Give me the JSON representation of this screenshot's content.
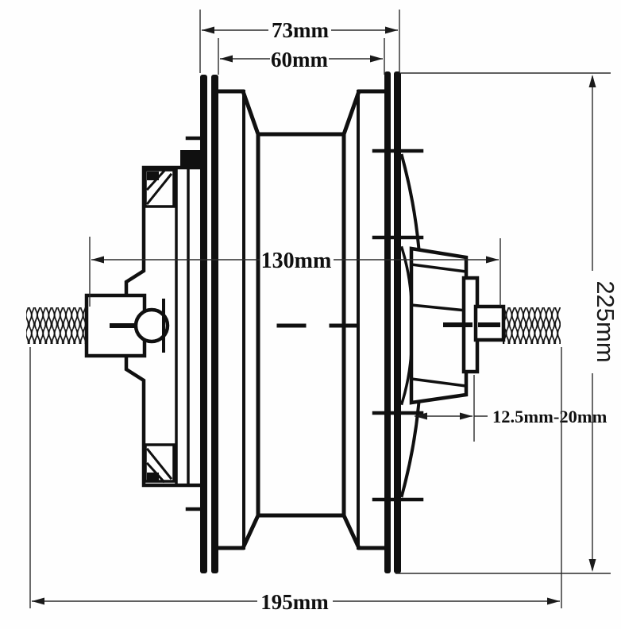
{
  "diagram": {
    "kind": "hub-motor-cross-section",
    "dimensions": {
      "flange_outer": "73mm",
      "flange_inner": "60mm",
      "locknut_width": "130mm",
      "wheel_height": "225mm",
      "freewheel_range": "12.5mm-20mm",
      "axle_length": "195mm"
    },
    "colors": {
      "line": "#101010",
      "dim_line": "#2b2b2b",
      "background": "#fefefe"
    }
  }
}
